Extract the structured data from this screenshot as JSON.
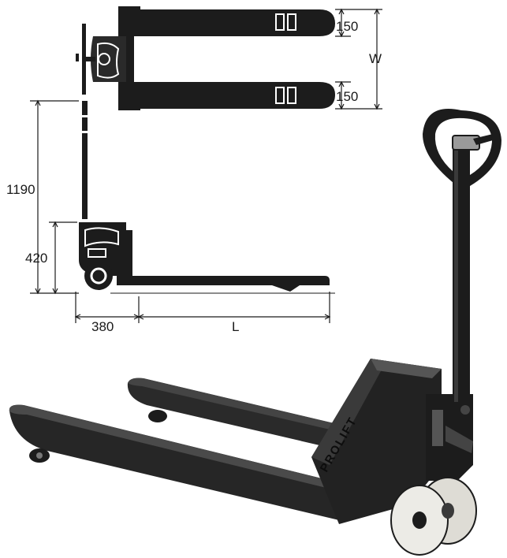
{
  "diagram": {
    "dimensions": {
      "fork_width_top": "150",
      "fork_width_bottom": "150",
      "overall_width": "W",
      "handle_height": "1190",
      "lowered_height": "420",
      "front_offset": "380",
      "fork_length": "L"
    },
    "brand_on_frame": "PROLIFT"
  },
  "colors": {
    "line": "#1a1a1a",
    "fork": "#1c1c1c",
    "body": "#2a2a2a",
    "wheel": "#ecebe6"
  }
}
